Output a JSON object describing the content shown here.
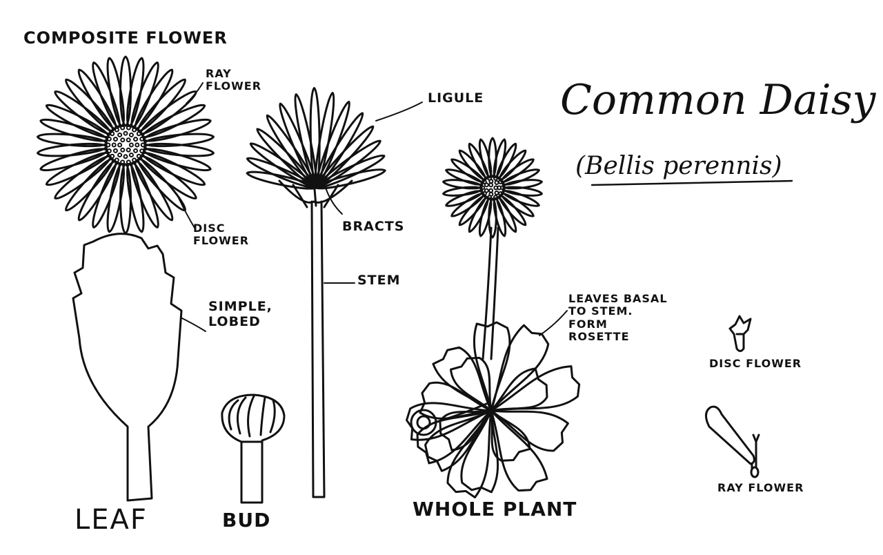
{
  "title": "Common Daisy",
  "scientific_name": "(Bellis perennis)",
  "labels": {
    "composite_flower": "COMPOSITE FLOWER",
    "ray_flower_top": "RAY\nFLOWER",
    "disc_flower_top": "DISC\nFLOWER",
    "ligule": "LIGULE",
    "bracts": "BRACTS",
    "stem": "STEM",
    "simple_lobed": "SIMPLE,\nLOBED",
    "leaves_basal": "LEAVES BASAL\nTO STEM.\nFORM\nROSETTE",
    "disc_flower": "DISC FLOWER",
    "ray_flower": "RAY FLOWER",
    "leaf": "LEAF",
    "bud": "BUD",
    "whole_plant": "WHOLE PLANT"
  }
}
